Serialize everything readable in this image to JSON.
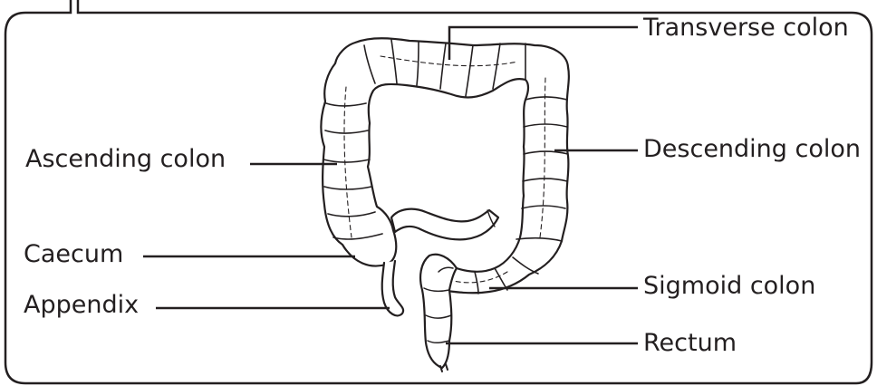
{
  "figure": {
    "labels": {
      "transverse_colon": "Transverse colon",
      "ascending_colon": "Ascending colon",
      "descending_colon": "Descending colon",
      "caecum": "Caecum",
      "appendix": "Appendix",
      "sigmoid_colon": "Sigmoid colon",
      "rectum": "Rectum"
    },
    "colors": {
      "line": "#231f20",
      "background": "#ffffff"
    }
  }
}
